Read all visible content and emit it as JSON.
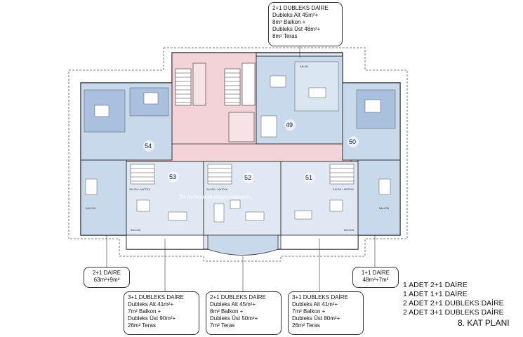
{
  "callouts": {
    "top": {
      "lines": [
        "2+1 DUBLEKS DAİRE",
        "Dubleks Alt 45m²+",
        "8m² Balkon +",
        "Dubleks Üst 48m²+",
        "8m² Teras"
      ]
    },
    "left": {
      "lines": [
        "2+1 DAİRE",
        "63m²+9m²"
      ]
    },
    "right": {
      "lines": [
        "1+1 DAİRE",
        "48m²+7m²"
      ]
    },
    "bottom1": {
      "lines": [
        "3+1 DUBLEKS DAİRE",
        "Dubleks Alt 41m²+",
        "7m² Balkon +",
        "Dubleks Üst 90m²+",
        "26m² Teras"
      ]
    },
    "bottom2": {
      "lines": [
        "2+1 DUBLEKS DAİRE",
        "Dubleks Alt 45m²+",
        "8m² Balkon +",
        "Dubleks Üst 50m²+",
        "7m² Teras"
      ]
    },
    "bottom3": {
      "lines": [
        "3+1 DUBLEKS DAİRE",
        "Dubleks Alt 41m²+",
        "7m² Balkon +",
        "Dubleks Üst 80m²+",
        "26m² Teras"
      ]
    }
  },
  "legend": {
    "items": [
      "1 ADET 2+1 DAİRE",
      "1 ADET 1+1 DAİRE",
      "2 ADET 2+1 DUBLEKS DAİRE",
      "2 ADET 3+1 DUBLEKS DAİRE"
    ],
    "title": "8. KAT PLANI"
  },
  "units": [
    "49",
    "50",
    "51",
    "52",
    "53",
    "54"
  ],
  "room_labels": {
    "salon": "SALON",
    "salon_mutfak": "SALON + MUTFAK",
    "balkon": "BALKON"
  },
  "watermark": "За рубежная недвижимость",
  "colors": {
    "apartment_blue": "#c9d9ec",
    "apartment_blue_dark": "#a9c1df",
    "core_pink": "#f3d3d7",
    "wall": "#333333"
  }
}
